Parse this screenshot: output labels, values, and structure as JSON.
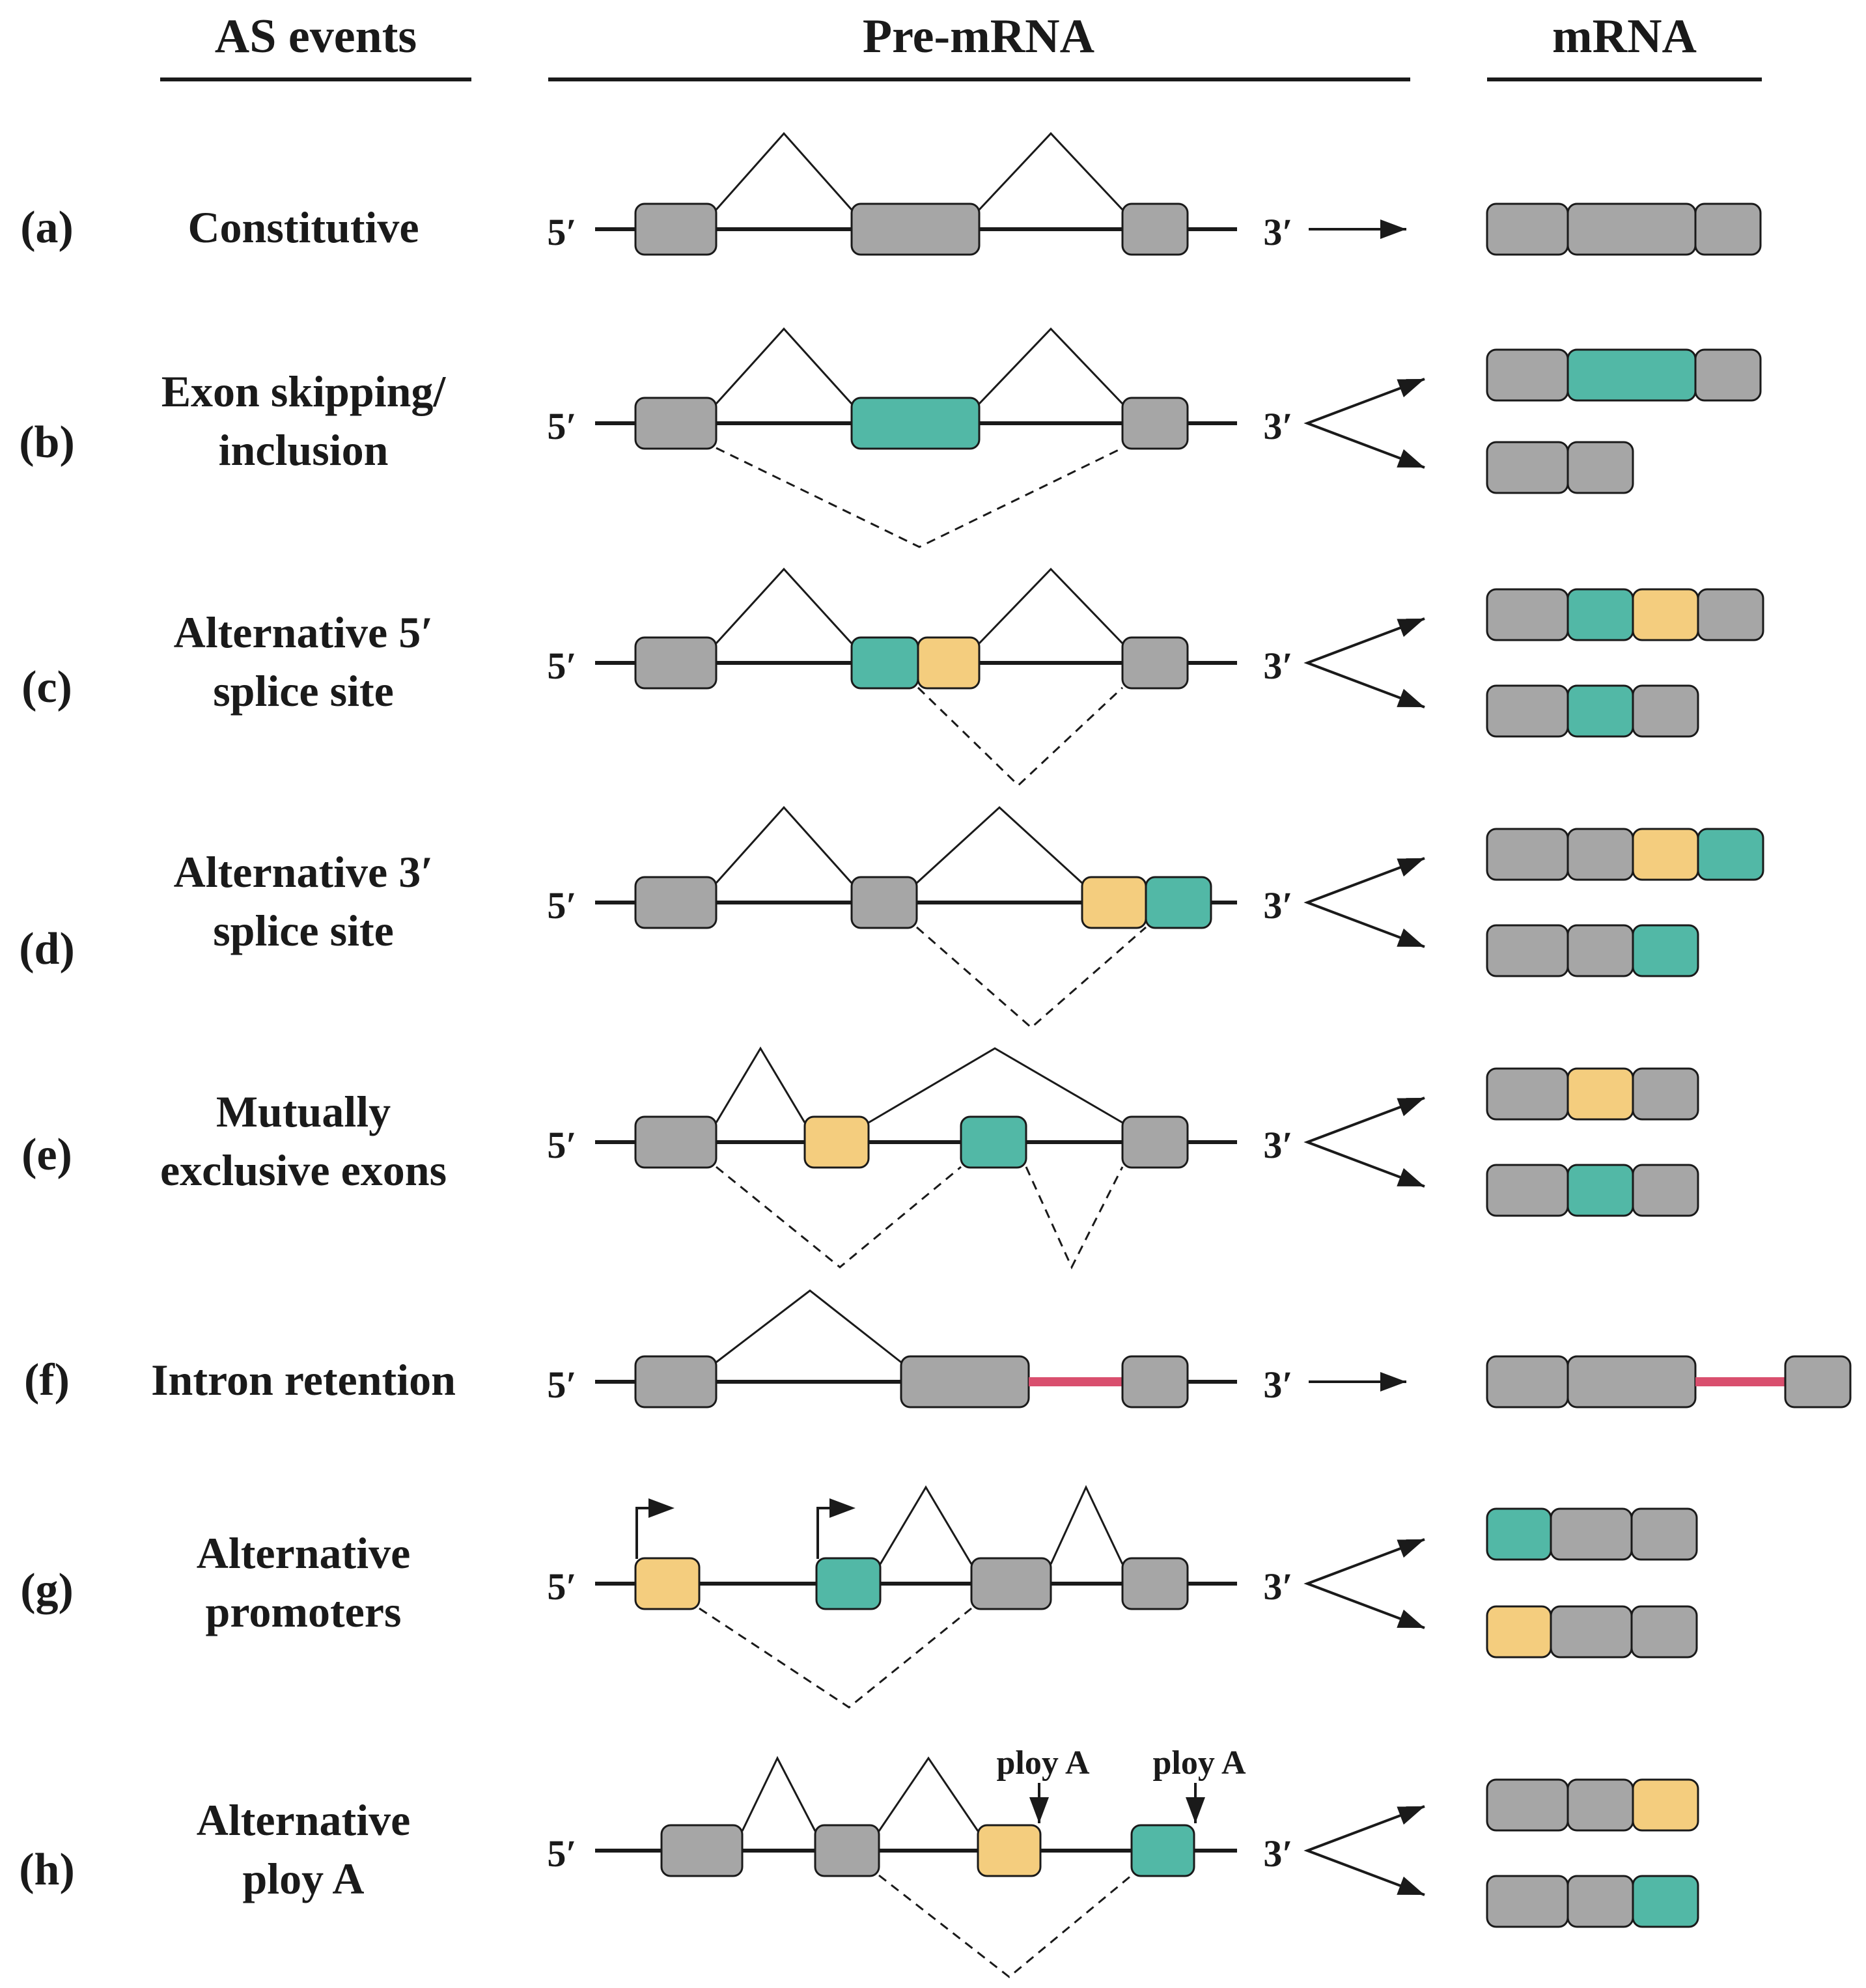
{
  "headers": {
    "events": "AS events",
    "pre": "Pre-mRNA",
    "mrna": "mRNA"
  },
  "colors": {
    "gray": "#a6a6a6",
    "teal": "#52b8a6",
    "yellow": "#f4cd7e",
    "intron_retained": "#d94f6e",
    "stroke": "#1a1a1a"
  },
  "ends": {
    "five": "5′",
    "three": "3′"
  },
  "rows": [
    {
      "letter": "(a)",
      "label": [
        "Constitutive"
      ]
    },
    {
      "letter": "(b)",
      "label": [
        "Exon skipping/",
        "inclusion"
      ]
    },
    {
      "letter": "(c)",
      "label": [
        "Alternative 5′",
        "splice site"
      ]
    },
    {
      "letter": "(d)",
      "label": [
        "Alternative 3′",
        "splice site"
      ]
    },
    {
      "letter": "(e)",
      "label": [
        "Mutually",
        "exclusive exons"
      ]
    },
    {
      "letter": "(f)",
      "label": [
        "Intron retention"
      ]
    },
    {
      "letter": "(g)",
      "label": [
        "Alternative",
        "promoters"
      ]
    },
    {
      "letter": "(h)",
      "label": [
        "Alternative",
        "ploy A"
      ]
    }
  ],
  "polyA_label": "ploy A"
}
